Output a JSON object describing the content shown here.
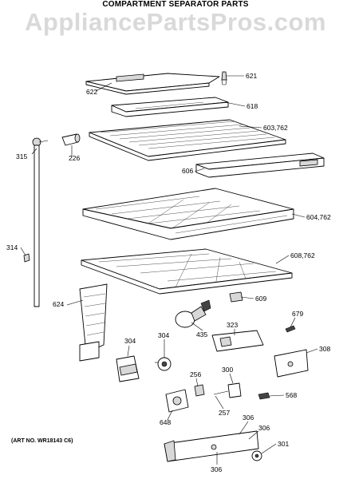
{
  "title": "COMPARTMENT SEPARATOR PARTS",
  "watermark": "AppliancePartsPros.com",
  "art_number": "(ART NO. WR18143 C6)",
  "callouts": [
    "621",
    "622",
    "618",
    "315",
    "226",
    "603,762",
    "606",
    "604,762",
    "314",
    "608,762",
    "624",
    "609",
    "679",
    "435",
    "323",
    "304",
    "304",
    "308",
    "256",
    "300",
    "568",
    "648",
    "257",
    "306",
    "306",
    "301",
    "306"
  ]
}
